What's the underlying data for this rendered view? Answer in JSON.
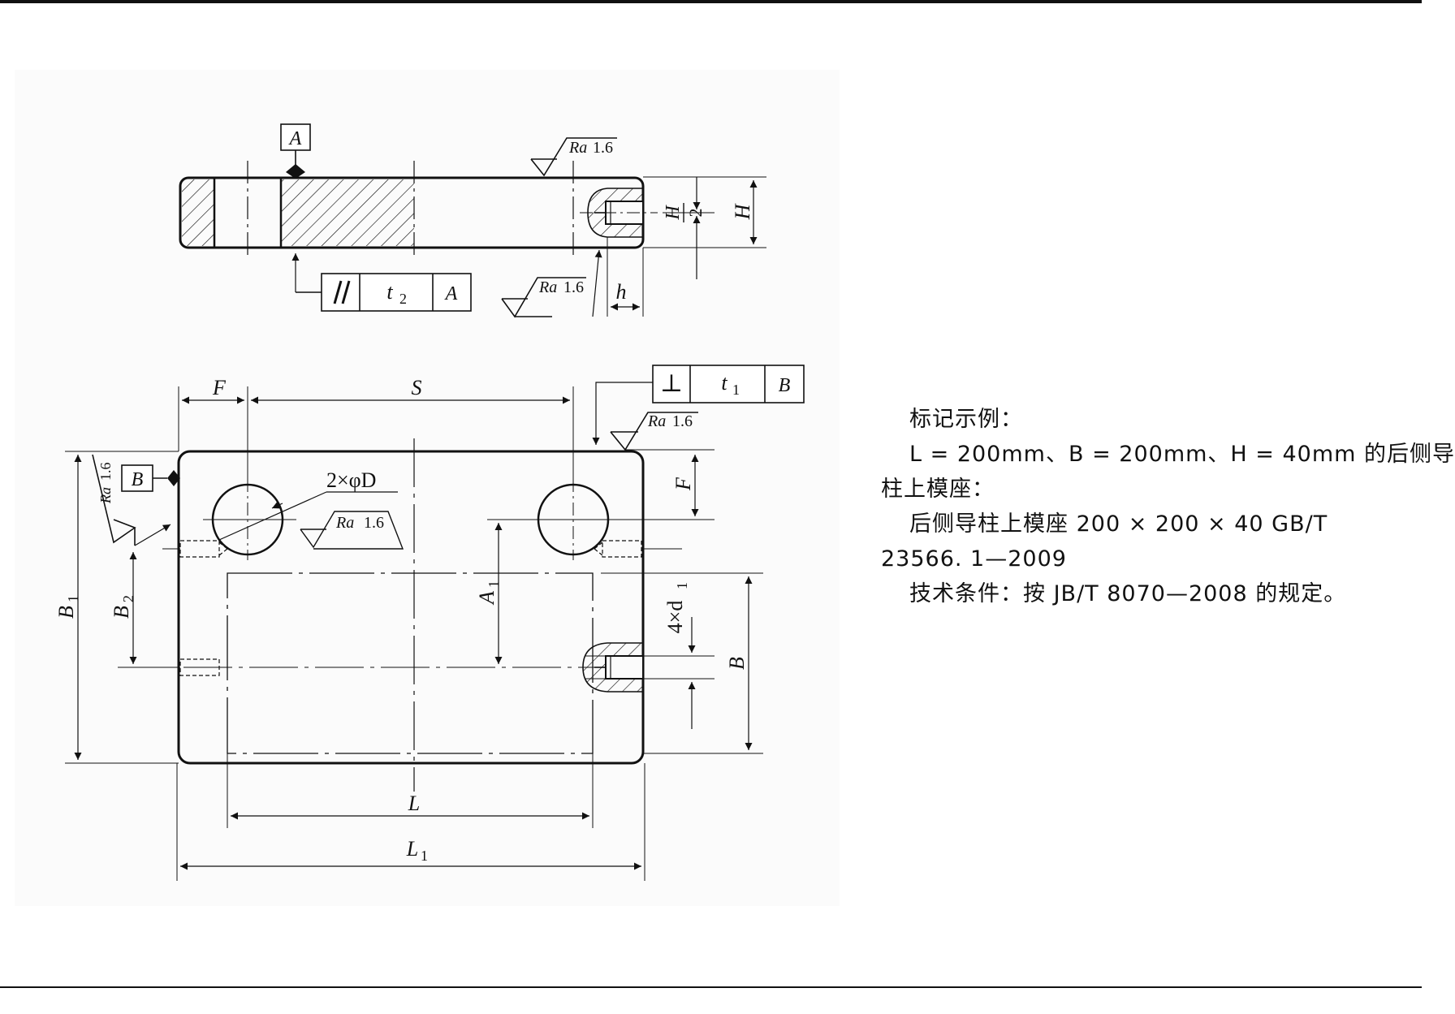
{
  "drawing": {
    "datum_a": "A",
    "datum_b": "B",
    "ra_label": "Ra",
    "ra_value": "1.6",
    "height_label": "H",
    "half_height_numerator": "H",
    "half_height_denominator": "2",
    "depth_label": "h",
    "parallelism_symbol": "//",
    "parallelism_tolerance": "t",
    "parallelism_tolerance_sub": "2",
    "parallelism_datum": "A",
    "perpendicularity_symbol": "⊥",
    "perpendicularity_tolerance": "t",
    "perpendicularity_tolerance_sub": "1",
    "perpendicularity_datum": "B",
    "dim_f": "F",
    "dim_s": "S",
    "hole_callout": "2×φD",
    "dim_b1": "B",
    "dim_b1_sub": "1",
    "dim_b2": "B",
    "dim_b2_sub": "2",
    "dim_a1": "A",
    "dim_a1_sub": "1",
    "tapped_holes": "4×d",
    "tapped_holes_sub": "1",
    "dim_b": "B",
    "dim_l": "L",
    "dim_l1": "L",
    "dim_l1_sub": "1"
  },
  "notes": {
    "heading": "标记示例：",
    "line1": "L = 200mm、B = 200mm、H = 40mm 的后侧导",
    "line2": "柱上模座：",
    "line3": "后侧导柱上模座 200 × 200 × 40    GB/T",
    "line4": "23566. 1—2009",
    "line5": "技术条件：按 JB/T 8070—2008 的规定。"
  }
}
